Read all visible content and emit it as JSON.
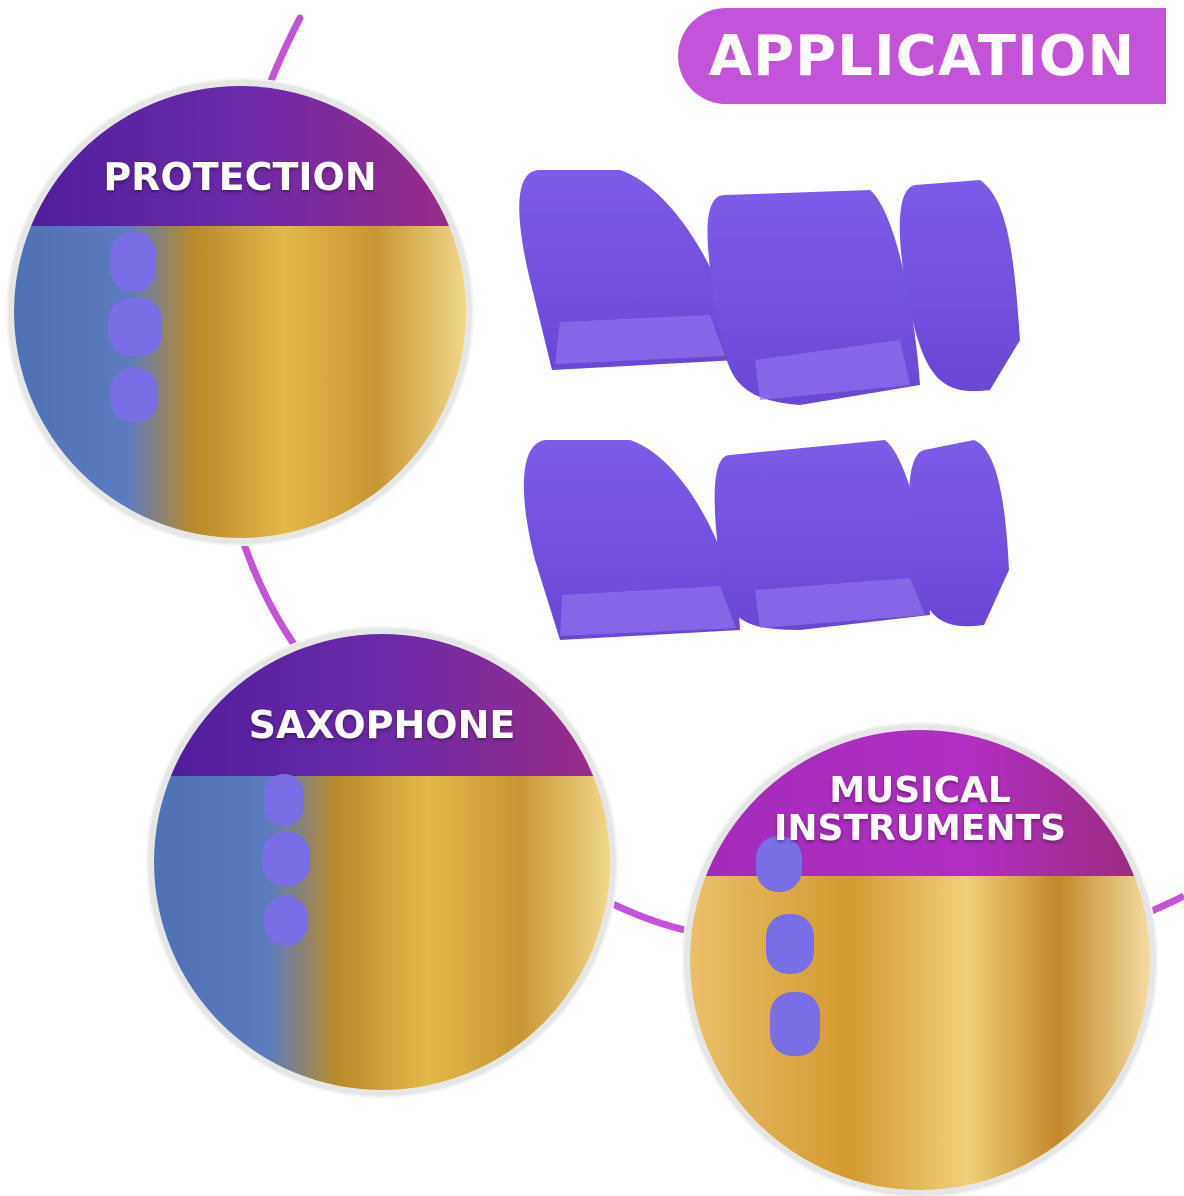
{
  "header": {
    "title": "APPLICATION"
  },
  "colors": {
    "accent": "#c354d9",
    "cap": "#7b57e0",
    "cap_dark": "#5f3fc9"
  },
  "images": [
    {
      "label": "PROTECTION"
    },
    {
      "label": "SAXOPHONE"
    },
    {
      "label_line1": "MUSICAL",
      "label_line2": "INSTRUMENTS"
    }
  ],
  "product": {
    "cap_count": 6,
    "icon": "thumb-rest-cap"
  }
}
